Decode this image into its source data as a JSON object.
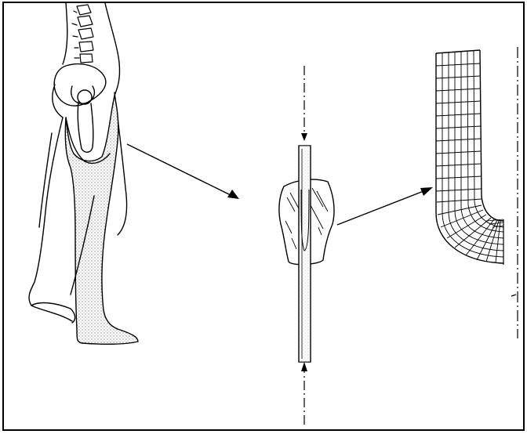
{
  "figure": {
    "panels": [
      "leg-with-prosthetic-socket",
      "socket-and-pylon-model",
      "finite-element-mesh"
    ],
    "line_color": "#000000",
    "background_color": "#ffffff",
    "stipple_color": "#9a9a9a"
  }
}
